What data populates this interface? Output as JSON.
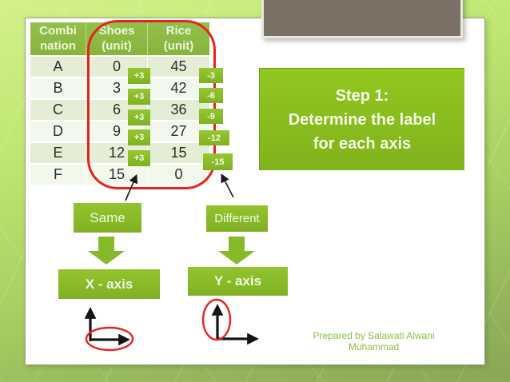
{
  "step_box": {
    "text": "Step 1:\nDetermine the label\nfor each axis"
  },
  "table": {
    "headers": [
      "Combi\nnation",
      "Shoes\n(unit)",
      "Rice\n(unit)"
    ],
    "rows": [
      [
        "A",
        "0",
        "45"
      ],
      [
        "B",
        "3",
        "42"
      ],
      [
        "C",
        "6",
        "36"
      ],
      [
        "D",
        "9",
        "27"
      ],
      [
        "E",
        "12",
        "15"
      ],
      [
        "F",
        "15",
        "0"
      ]
    ]
  },
  "shoes_deltas": [
    "+3",
    "+3",
    "+3",
    "+3",
    "+3"
  ],
  "rice_deltas": [
    "-3",
    "-6",
    "-9",
    "-12",
    "-15"
  ],
  "flow": {
    "same": "Same",
    "different": "Different",
    "x_axis": "X - axis",
    "y_axis": "Y - axis"
  },
  "footer": "Prepared by Salawati Alwani Muhammad",
  "colors": {
    "accent_green": "#8abc2b",
    "table_header_green": "#89b63f",
    "row_band_dark": "#e4eed4",
    "row_band_light": "#f3f8ec",
    "annotation_red": "#e8231e",
    "top_decoration_taupe": "#7b7164",
    "footer_text_green": "#8cc13c",
    "slide_background": "#ffffff"
  }
}
